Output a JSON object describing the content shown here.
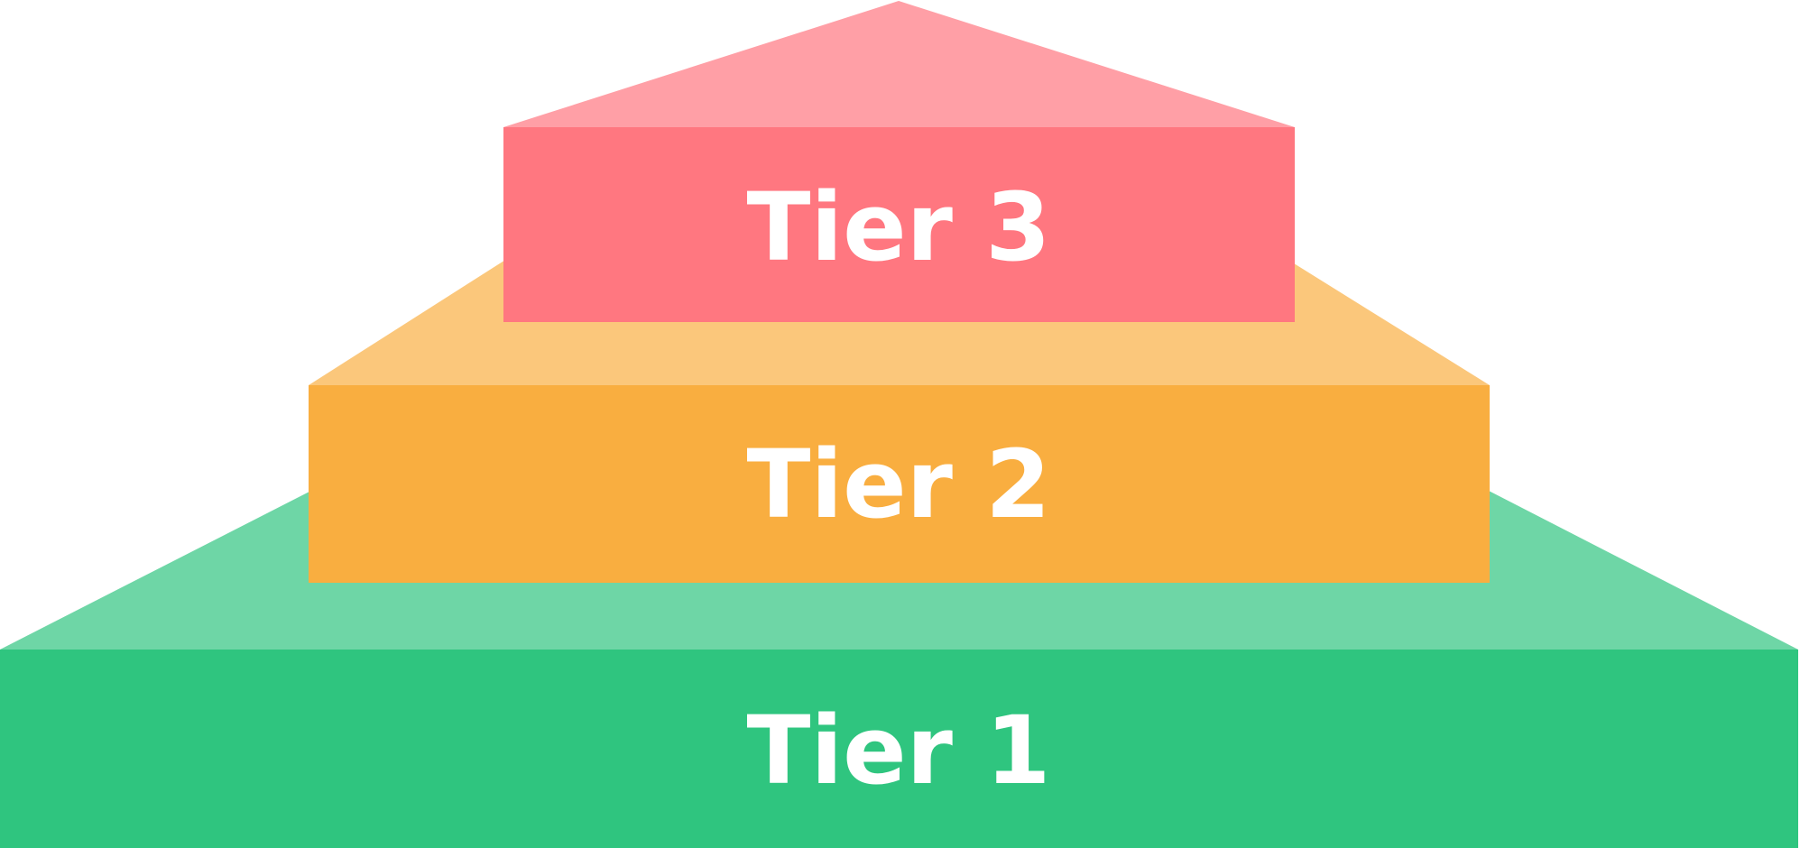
{
  "diagram": {
    "type": "tiered-pyramid",
    "tiers": [
      {
        "label": "Tier 3",
        "front_color": "#FF7780",
        "top_color": "#FF9FA6"
      },
      {
        "label": "Tier 2",
        "front_color": "#F9AE40",
        "top_color": "#FBC77B"
      },
      {
        "label": "Tier 1",
        "front_color": "#2FC57F",
        "top_color": "#6ED6A6"
      }
    ]
  }
}
